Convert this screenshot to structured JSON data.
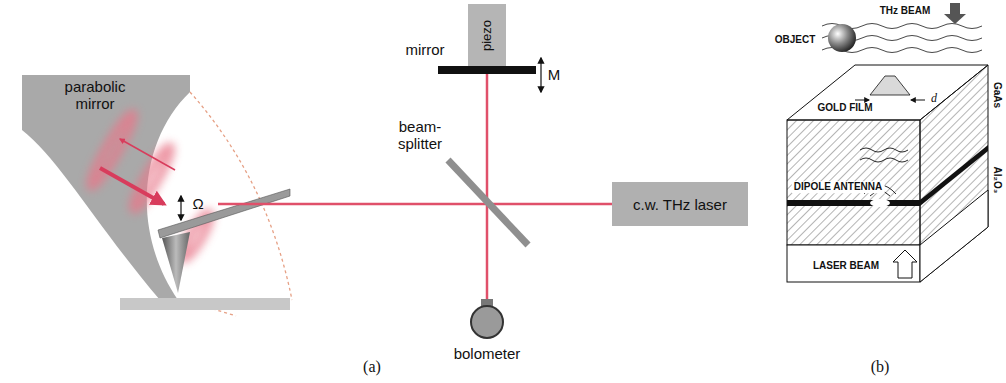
{
  "diagram": {
    "nodes": [
      {
        "text": [
          "piezo"
        ]
      },
      {
        "text": [
          "c.w. THz laser"
        ]
      }
    ],
    "labels": [
      "parabolic mirror",
      "mirror",
      "M",
      "beam- splitter",
      "Ω",
      "bolometer",
      "(a)",
      "THz BEAM",
      "OBJECT",
      "d",
      "GOLD FILM",
      "GaAs",
      "Al₂O₃",
      "DIPOLE ANTENNA",
      "LASER BEAM",
      "(b)"
    ]
  }
}
